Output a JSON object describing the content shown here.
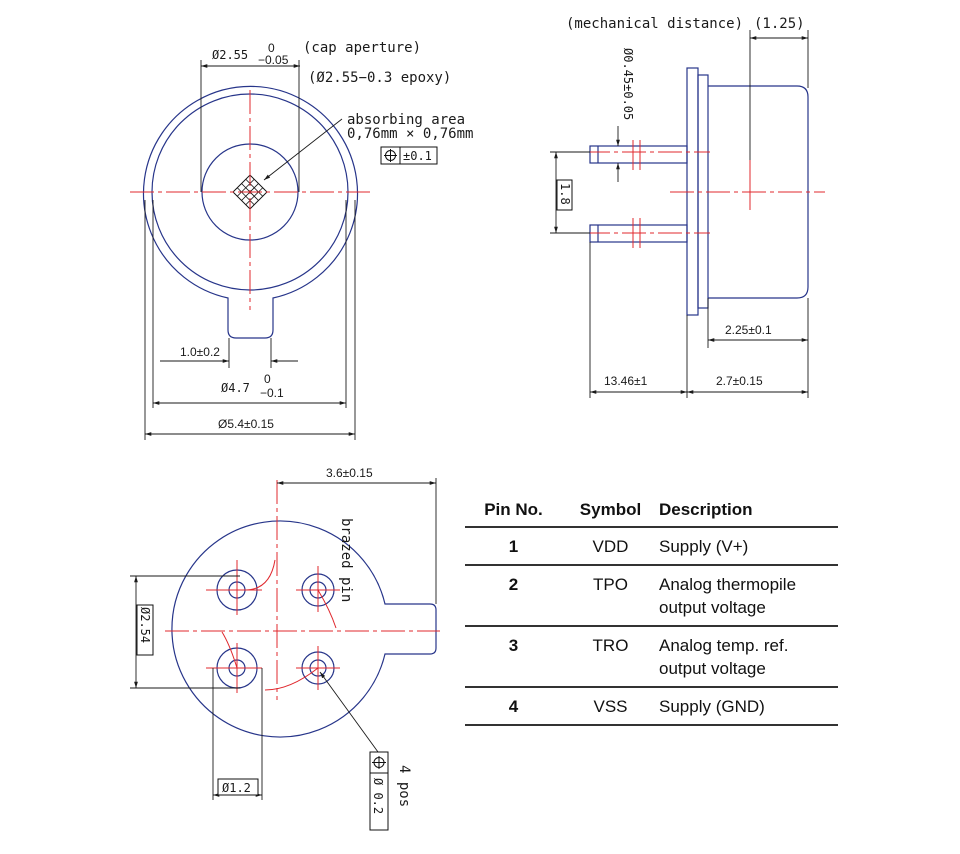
{
  "top_left": {
    "cap_aperture_dia": "Ø2.55",
    "cap_aperture_tol_upper": "0",
    "cap_aperture_tol_lower": "−0.05",
    "cap_aperture_label": "(cap aperture)",
    "epoxy_label": "(Ø2.55−0.3 epoxy)",
    "absorbing_label": "absorbing area",
    "absorbing_size": "0,76mm × 0,76mm",
    "position_tol": "±0.1",
    "dim_tab_width": "1.0±0.2",
    "dim_body_dia": "Ø4.7",
    "dim_body_tol_upper": "0",
    "dim_body_tol_lower": "−0.1",
    "dim_flange_dia": "Ø5.4±0.15"
  },
  "top_right": {
    "mech_distance_label": "(mechanical distance)",
    "mech_distance_value": "(1.25)",
    "pin_dia": "Ø0.45±0.05",
    "pin_spacing": "1.8",
    "dim_cap_depth": "2.25±0.1",
    "dim_pin_length": "13.46±1",
    "dim_total_height": "2.7±0.15"
  },
  "bottom_left": {
    "dim_tab_reach": "3.6±0.15",
    "brazed_label": "brazed pin",
    "pin_circle_dia": "Ø2.54",
    "dim_pin_hole": "Ø1.2",
    "pin_pos_tol": "Ø 0.2",
    "pin_pos_count": "4 pos"
  },
  "pin_table": {
    "headers": [
      "Pin No.",
      "Symbol",
      "Description"
    ],
    "rows": [
      {
        "no": "1",
        "symbol": "VDD",
        "desc": "Supply (V+)"
      },
      {
        "no": "2",
        "symbol": "TPO",
        "desc": "Analog thermopile output voltage"
      },
      {
        "no": "3",
        "symbol": "TRO",
        "desc": "Analog temp. ref. output voltage"
      },
      {
        "no": "4",
        "symbol": "VSS",
        "desc": "Supply (GND)"
      }
    ]
  },
  "colors": {
    "outline": "#27358a",
    "centerline": "#e0282e",
    "dimension": "#1a1a1a"
  }
}
